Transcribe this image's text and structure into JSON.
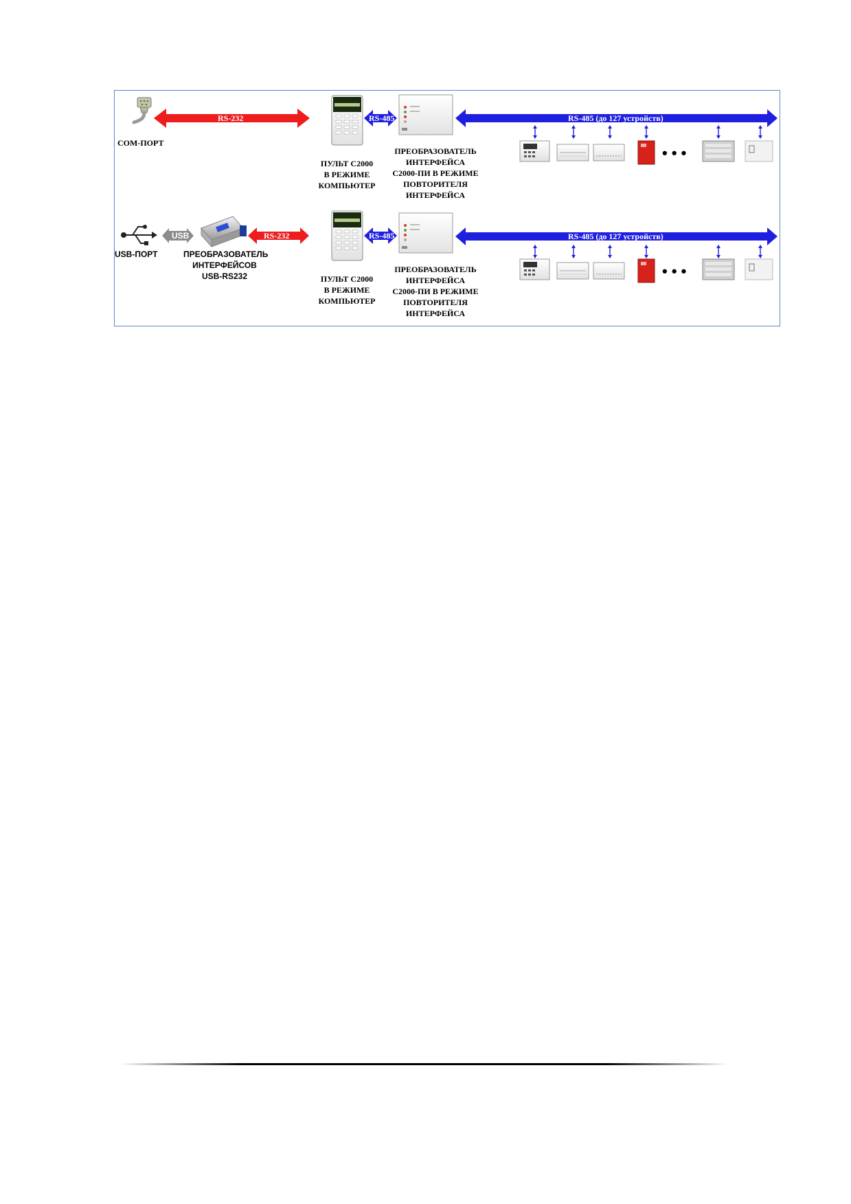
{
  "colors": {
    "rs232": "#ee1c1c",
    "rs485": "#1f1fe0",
    "usb": "#8c8c8c",
    "frame_border": "#5b86c6",
    "fire_device": "#d6221b"
  },
  "row1": {
    "port_label": "COM-ПОРТ",
    "port_icon": "com-port-connector-icon",
    "link_rs232": "RS-232",
    "keypad_lines": [
      "ПУЛЬТ С2000",
      "В РЕЖИМЕ",
      "КОМПЬЮТЕР"
    ],
    "link_rs485": "RS-485",
    "converter_lines": [
      "ПРЕОБРАЗОВАТЕЛЬ",
      "ИНТЕРФЕЙСА",
      "С2000-ПИ В РЕЖИМЕ",
      "ПОВТОРИТЕЛЯ",
      "ИНТЕРФЕЙСА"
    ],
    "bus_label": "RS-485 (до 127 устройств)"
  },
  "row2": {
    "port_label": "USB-ПОРТ",
    "port_icon": "usb-icon",
    "link_usb": "USB",
    "usb_converter_lines": [
      "ПРЕОБРАЗОВАТЕЛЬ",
      "ИНТЕРФЕЙСОВ",
      "USB-RS232"
    ],
    "link_rs232": "RS-232",
    "keypad_lines": [
      "ПУЛЬТ С2000",
      "В РЕЖИМЕ",
      "КОМПЬЮТЕР"
    ],
    "link_rs485": "RS-485",
    "converter_lines": [
      "ПРЕОБРАЗОВАТЕЛЬ",
      "ИНТЕРФЕЙСА",
      "С2000-ПИ В РЕЖИМЕ",
      "ПОВТОРИТЕЛЯ",
      "ИНТЕРФЕЙСА"
    ],
    "bus_label": "RS-485 (до 127 устройств)"
  },
  "ellipsis": "• • •"
}
